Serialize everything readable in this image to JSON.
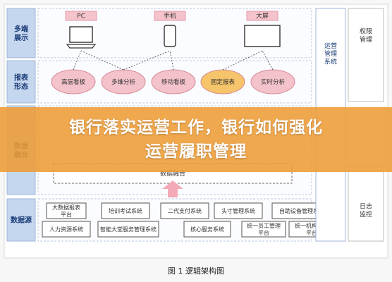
{
  "diagram": {
    "layers": {
      "display": "多端\n展示",
      "report": "报表\n形态",
      "data_fusion": "数据\n融合",
      "data_source": "数据源"
    },
    "devices": [
      "PC",
      "手机",
      "大屏"
    ],
    "report_ovals": [
      "高层看板",
      "多维分析",
      "移动看板",
      "固定报表",
      "实时分析"
    ],
    "center_box": "数据融合",
    "source_row1": [
      "大数据报表\n平台",
      "培训考试系统",
      "二代支付系统",
      "头寸管理系统",
      "自助设备管理系统"
    ],
    "source_row2": [
      "人力资源系统",
      "智能大堂服务管理系统",
      "核心服务系统",
      "统一员工管理\n平台",
      "统一机构管理\n平台"
    ],
    "side_panel": "运营\n管理\n系统",
    "right_top": "权限\n管理",
    "right_bottom": "日志\n监控"
  },
  "banner": {
    "line1": "银行落实运营工作，银行如何强化",
    "line2": "运营履职管理"
  },
  "caption": "图 1  逻辑架构图",
  "colors": {
    "layer_label_bg": "#c5d6ef",
    "layer_label_text": "#1d3f7a",
    "device_tag_bg": "#f4c3cc",
    "oval_fill": "#f3c2cb",
    "oval_highlight": "#f6c46a",
    "banner": "#ee9c36"
  }
}
